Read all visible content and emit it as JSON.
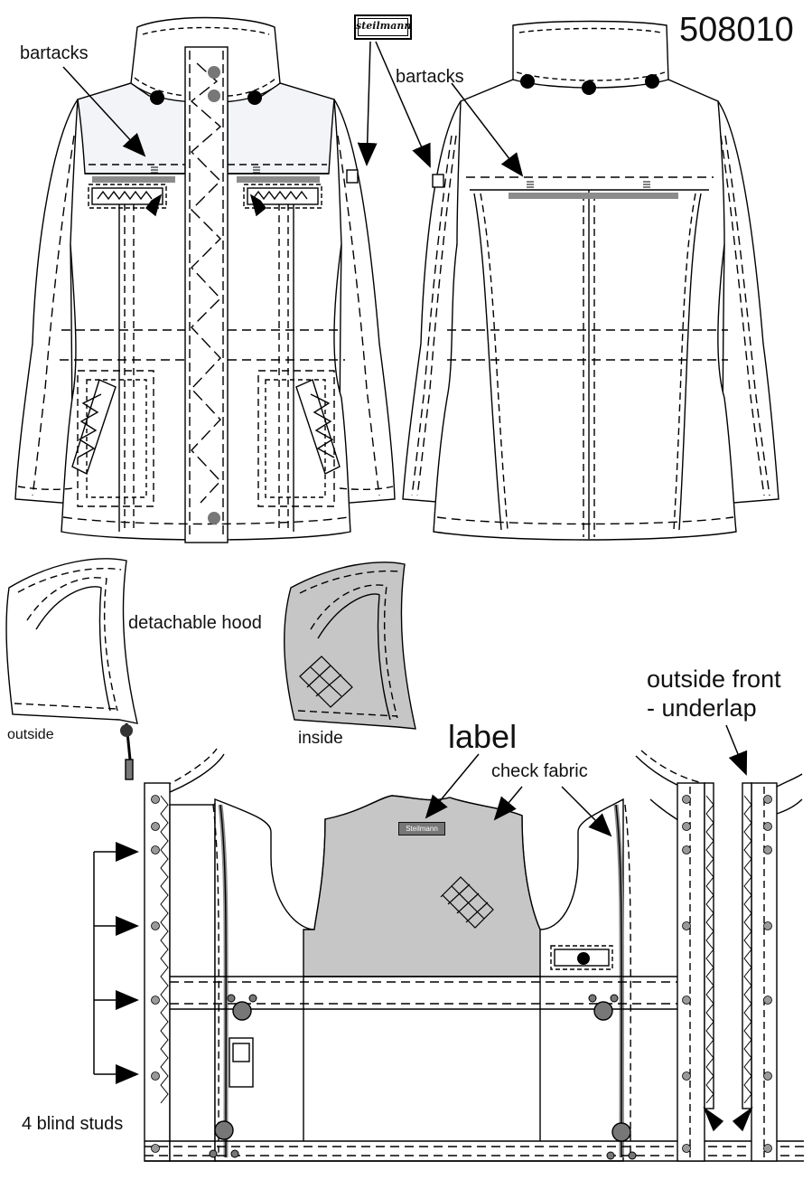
{
  "drawing": {
    "style_code": "508010",
    "labels": {
      "bartacks_front": "bartacks",
      "bartacks_back": "bartacks",
      "detachable_hood": "detachable hood",
      "hood_outside": "outside",
      "hood_inside": "inside",
      "label": "label",
      "check_fabric": "check fabric",
      "outside_front_line1": "outside front",
      "outside_front_line2": "- underlap",
      "blind_studs": "4 blind studs"
    },
    "tag_text": "steilmann",
    "label_tag_text": "Steilmann"
  },
  "colors": {
    "line": "#000000",
    "yoke_fill": "#f2f4f7",
    "grey_fill": "#c6c6c6",
    "bar_grey": "#8c8c8c"
  }
}
